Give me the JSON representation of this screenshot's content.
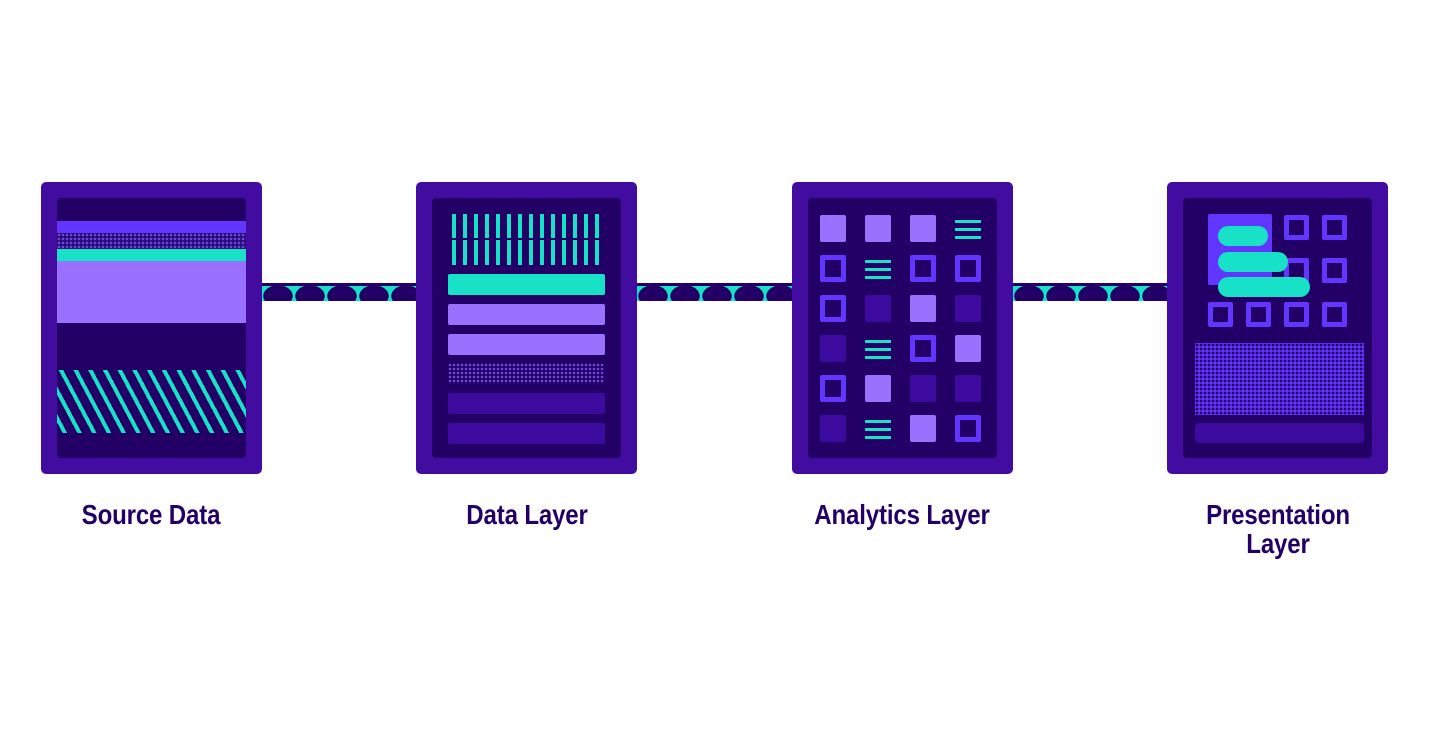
{
  "diagram": {
    "type": "pipeline",
    "stages": [
      {
        "id": "source",
        "label": "Source Data"
      },
      {
        "id": "data",
        "label": "Data Layer"
      },
      {
        "id": "analytics",
        "label": "Analytics Layer"
      },
      {
        "id": "presentation",
        "label": "Presentation Layer",
        "label_lines": [
          "Presentation",
          "Layer"
        ]
      }
    ],
    "connections": [
      {
        "from": "Source Data",
        "to": "Data Layer"
      },
      {
        "from": "Data Layer",
        "to": "Analytics Layer"
      },
      {
        "from": "Analytics Layer",
        "to": "Presentation Layer"
      }
    ],
    "analytics_grid": [
      [
        "L",
        "L",
        "L",
        "T"
      ],
      [
        "O",
        "T",
        "O",
        "O"
      ],
      [
        "O",
        "D",
        "L",
        "D"
      ],
      [
        "D",
        "T",
        "O",
        "L"
      ],
      [
        "O",
        "L",
        "D",
        "D"
      ],
      [
        "D",
        "T",
        "L",
        "O"
      ]
    ]
  },
  "colors": {
    "card": "#420ca0",
    "panel": "#220065",
    "teal": "#17e2c8",
    "lilac": "#9a70ff",
    "vivid_purple": "#6236ff",
    "deep_purple": "#3d0aa0",
    "label_text": "#220065"
  }
}
